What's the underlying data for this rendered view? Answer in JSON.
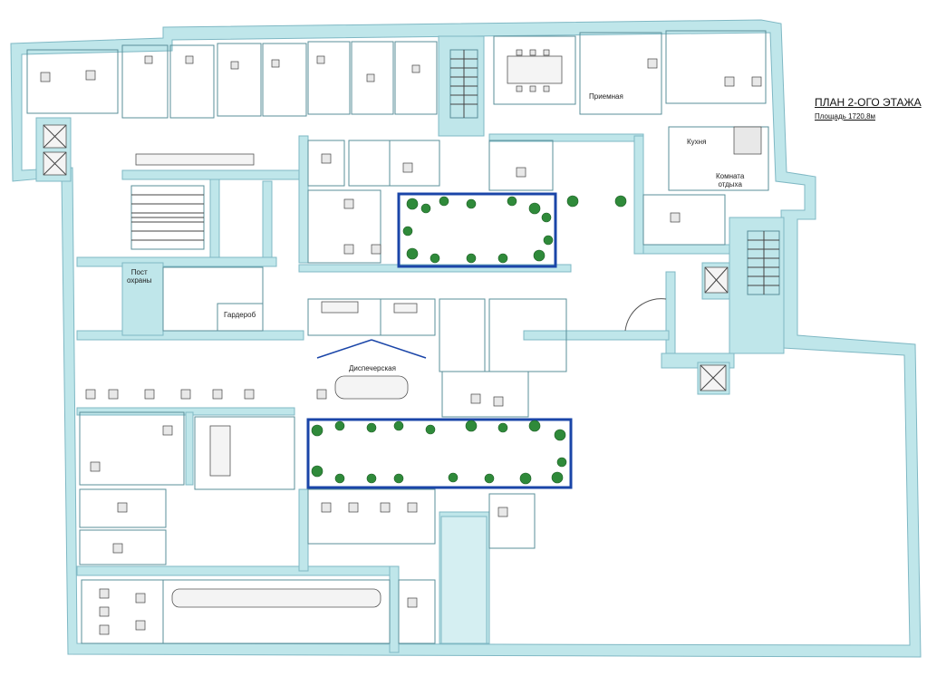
{
  "title": "ПЛАН 2-ОГО ЭТАЖА",
  "subtitle": "Площадь 1720,8м",
  "rooms": {
    "reception": "Приемная",
    "kitchen": "Кухня",
    "rest_room": "Комната\nотдыха",
    "security_post": "Пост\nохраны",
    "wardrobe": "Гардероб",
    "dispatch": "Диспечерская",
    "small_a": "",
    "small_b": ""
  },
  "colors": {
    "walls": "#bfe6ea",
    "planter": "#1a45a8",
    "plants": "#2f8a3a"
  }
}
